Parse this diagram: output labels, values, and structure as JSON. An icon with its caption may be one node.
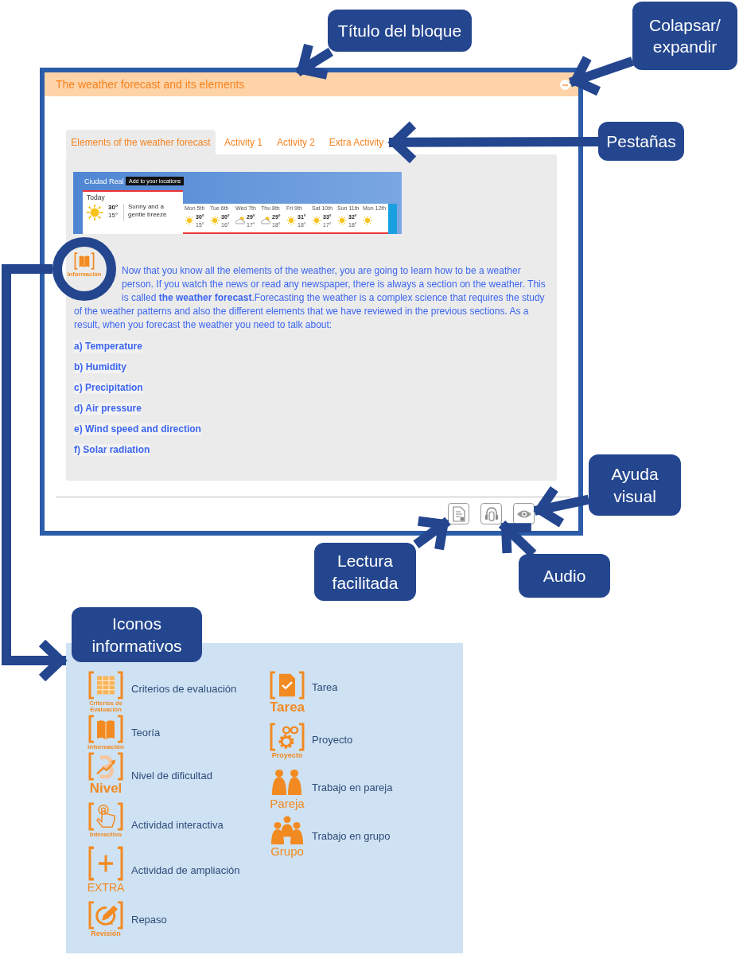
{
  "diagram": {
    "nodes": [
      {
        "text": [
          "Título del bloque"
        ]
      },
      {
        "text": [
          "Colapsar/ expandir"
        ]
      },
      {
        "text": [],
        "shape": "box"
      },
      {
        "text": [
          "The weather forecast and its elements"
        ],
        "in": 2
      },
      {
        "text": [],
        "shape": "circle",
        "in": 3
      },
      {
        "text": [
          "Elements of the weather forecast"
        ],
        "in": 2
      },
      {
        "text": [
          "Activity 1"
        ],
        "in": 2
      },
      {
        "text": [
          "Activity 2"
        ],
        "in": 2
      },
      {
        "text": [
          "Extra Activity"
        ],
        "in": 2
      },
      {
        "text": [
          "Pestañas"
        ]
      },
      {
        "text": [
          "Now that you know all the elements of the weather, you are going to learn how to be a weather person. If you watch the news or read any newspaper, there is always a section on the weather. This is called **the weather forecast**.Forecasting the weather is a complex science that requires the study of the weather patterns and also the different elements that we have reviewed in the previous sections. As a result, when you forecast the weather you need to talk about:",
          "a) Temperature",
          "b) Humidity",
          "c) Precipitation",
          "d) Air pressure",
          "e) Wind speed and direction",
          "f) Solar radiation"
        ],
        "in": 2
      },
      {
        "text": [],
        "shape": "circle",
        "in": 2
      },
      {
        "text": [],
        "shape": "box",
        "in": 2
      },
      {
        "text": [],
        "shape": "box",
        "in": 2
      },
      {
        "text": [],
        "shape": "box",
        "in": 2
      },
      {
        "text": [
          "Ayuda visual"
        ]
      },
      {
        "text": [
          "Lectura facilitada"
        ]
      },
      {
        "text": [
          "Audio"
        ]
      },
      {
        "text": [
          "Iconos informativos"
        ]
      },
      {
        "text": [],
        "shape": "box"
      }
    ],
    "edges": [
      {
        "from": 0,
        "to": 3,
        "arrow": "to"
      },
      {
        "from": 1,
        "to": 4,
        "arrow": "to"
      },
      {
        "from": 9,
        "to": 8,
        "arrow": "to"
      },
      {
        "from": 15,
        "to": 14,
        "arrow": "to"
      },
      {
        "from": 16,
        "to": 12,
        "arrow": "to"
      },
      {
        "from": 17,
        "to": 13,
        "arrow": "to"
      },
      {
        "from": 11,
        "to": 19,
        "arrow": "to"
      }
    ],
    "labels": [
      "Ciudad Real",
      "Add to your locations",
      "Today",
      "30°",
      "15°",
      "Sunny and a gentle breeze",
      "Mon 5th",
      "30°",
      "15°",
      "Tue 6th",
      "30°",
      "16°",
      "Wed 7th",
      "29°",
      "17°",
      "Thu 8th",
      "29°",
      "18°",
      "Fri 9th",
      "31°",
      "18°",
      "Sat 10th",
      "33°",
      "17°",
      "Sun 11th",
      "32°",
      "18°",
      "Mon 12th",
      "Información",
      "Criterios de Evaluación",
      "Información",
      "Nivel",
      "Interactivo",
      "EXTRA",
      "Revisión",
      "Tarea",
      "Proyecto",
      "Pareja",
      "Grupo"
    ],
    "legend": [
      {
        "text": "Criterios de evaluación"
      },
      {
        "text": "Teoría"
      },
      {
        "text": "Nivel de dificultad"
      },
      {
        "text": "Actividad interactiva"
      },
      {
        "text": "Actividad de ampliación"
      },
      {
        "text": "Repaso"
      },
      {
        "text": "Tarea"
      },
      {
        "text": "Proyecto"
      },
      {
        "text": "Trabajo en pareja"
      },
      {
        "text": "Trabajo en grupo"
      }
    ]
  }
}
